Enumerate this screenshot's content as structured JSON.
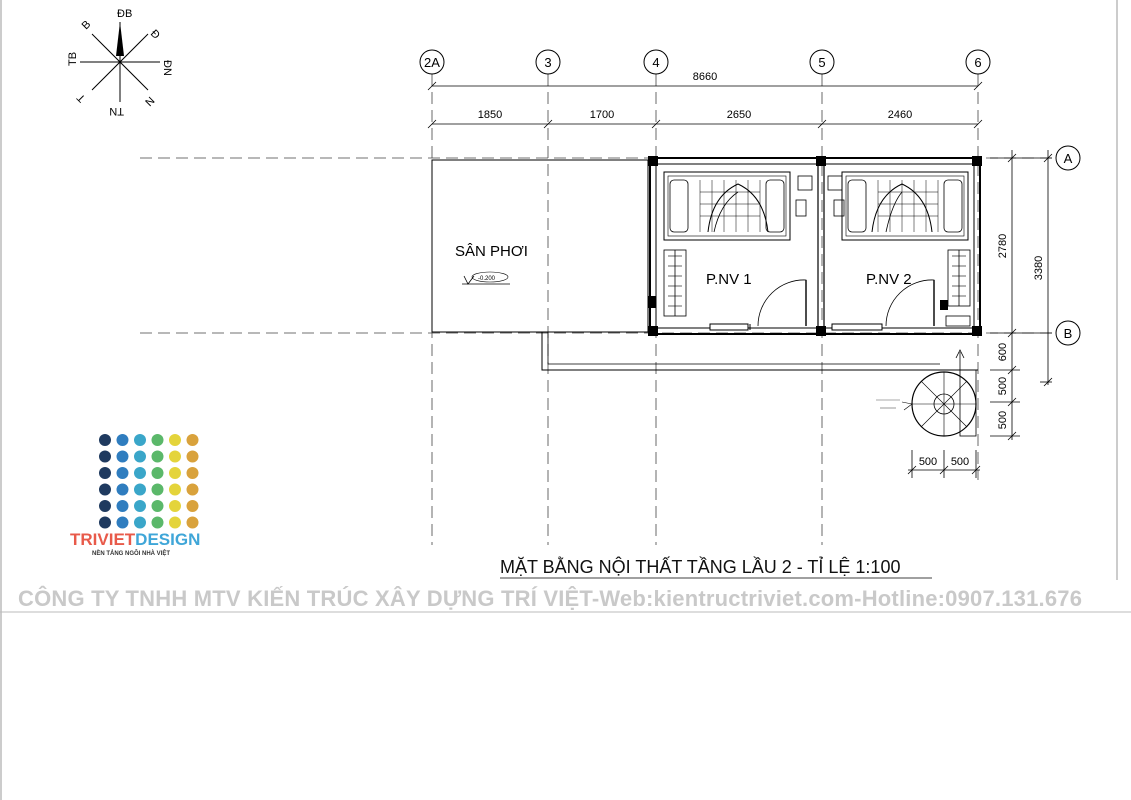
{
  "compass": {
    "north": "ĐB",
    "northeast": "Đ",
    "east": "ĐN",
    "southeast": "N",
    "south": "TN",
    "southwest": "T",
    "west": "TB",
    "northwest": "B"
  },
  "grid_axes": {
    "columns": [
      "2A",
      "3",
      "4",
      "5",
      "6"
    ],
    "rows": [
      "A",
      "B"
    ]
  },
  "dimensions": {
    "overall_width": "8660",
    "column_spans": [
      "1850",
      "1700",
      "2650",
      "2460"
    ],
    "right_inner": "2780",
    "right_outer": "3380",
    "stair_vertical": [
      "600",
      "500",
      "500"
    ],
    "stair_horizontal": [
      "500",
      "500"
    ]
  },
  "rooms": {
    "balcony": "SÂN PHƠI",
    "balcony_level": "-0.200",
    "room1": "P.NV 1",
    "room2": "P.NV 2"
  },
  "stair_note": "",
  "caption": "MẶT BẰNG NỘI THẤT TẦNG LẦU 2 -  TỈ LỆ 1:100",
  "logo": {
    "name_part1": "TRIVIET",
    "name_part2": "DESIGN",
    "tagline": "NỀN TẢNG NGÔI NHÀ VIỆT",
    "dot_colors": [
      "#1f3a5f",
      "#2f7dbf",
      "#3aa6c9",
      "#5bb86a",
      "#e4d43b",
      "#d9a23c"
    ]
  },
  "footer": "CÔNG TY TNHH MTV KIẾN TRÚC XÂY DỰNG TRÍ VIỆT-Web:kientructriviet.com-Hotline:0907.131.676"
}
